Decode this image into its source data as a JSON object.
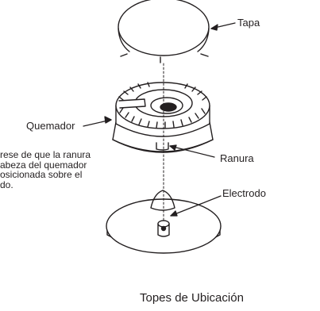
{
  "labels": {
    "tapa": "Tapa",
    "quemador": "Quemador",
    "ranura": "Ranura",
    "electrodo": "Electrodo"
  },
  "note": {
    "line1": "rese de que la ranura",
    "line2": "abeza del quemador",
    "line3": "osicionada sobre el",
    "line4": "do."
  },
  "caption": "Topes de Ubicación"
}
